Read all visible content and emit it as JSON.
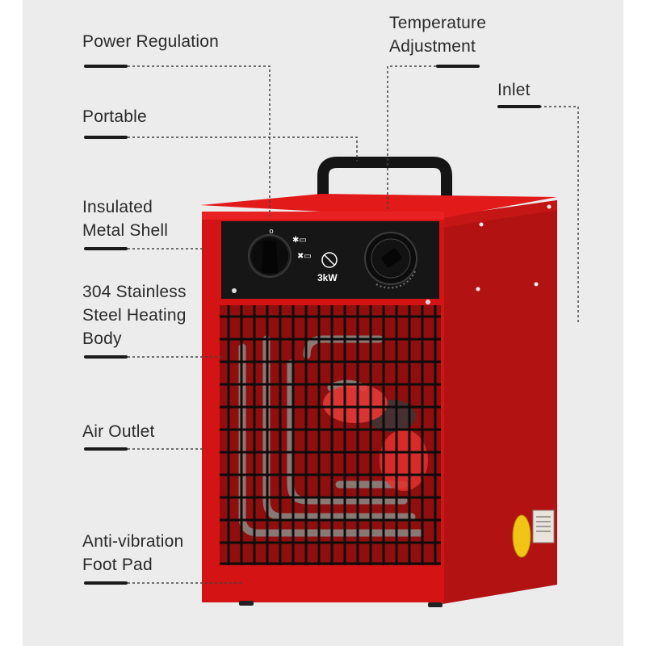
{
  "labels": {
    "power_regulation": "Power Regulation",
    "temperature_adjustment": "Temperature\nAdjustment",
    "inlet": "Inlet",
    "portable": "Portable",
    "insulated_metal_shell": "Insulated\nMetal Shell",
    "heating_body": "304 Stainless\nSteel Heating\nBody",
    "air_outlet": "Air Outlet",
    "foot_pad": "Anti-vibration\nFoot Pad"
  },
  "panel": {
    "power_text": "3kW"
  },
  "colors": {
    "body_red": "#d41414",
    "panel_black": "#161616",
    "background": "#ececec"
  }
}
